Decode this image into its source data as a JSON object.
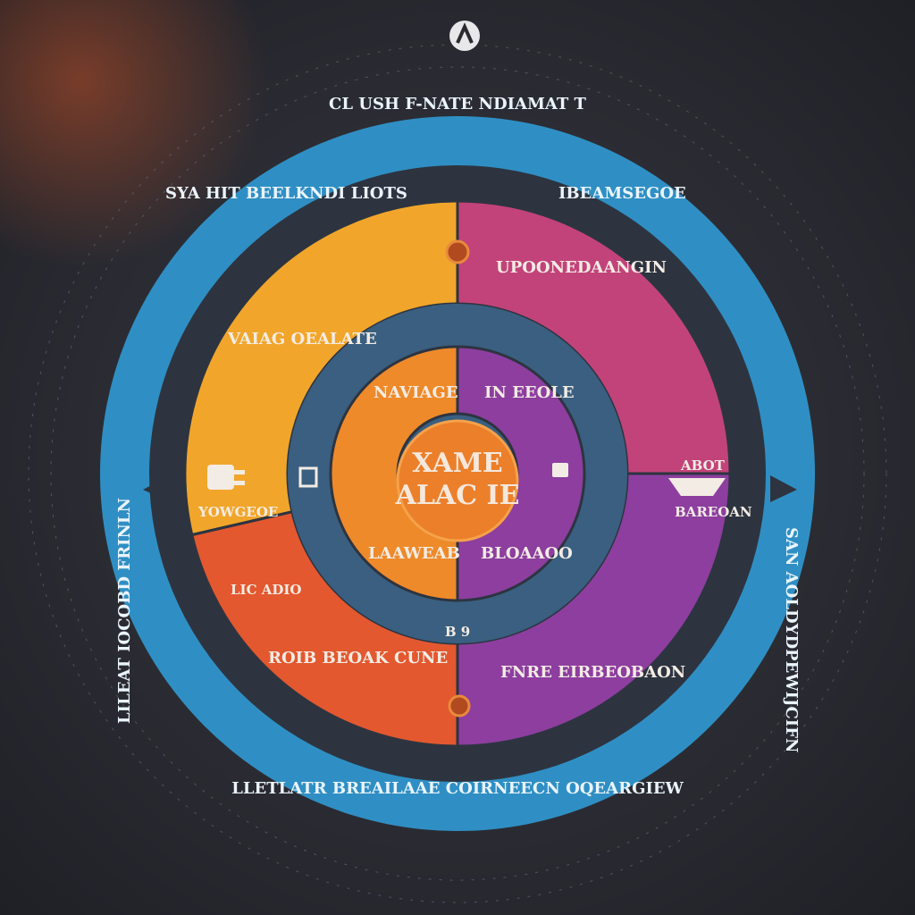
{
  "title": "CL USH F-NATE NDIAMAT T",
  "colors": {
    "outer_ring": "#2f8fc4",
    "gap": "#2d3440",
    "inner_ring": "#3a5f80",
    "yellow": "#f1a62b",
    "orange": "#ee8a2a",
    "red": "#e3582f",
    "magenta": "#c2437a",
    "purple": "#8d3e9f",
    "center": "#ec7f2a"
  },
  "outer_ring": {
    "top_left": "SYA HIT BEELKNDI LIOTS",
    "top_right": "IBEAMSEGOE",
    "left": "LILEAT IOCOBD FRINLN",
    "right": "SAN AOLDYDPEWIJCIFN",
    "bottom": "LLETLATR BREAILAAE COIRNEECN OQEARGIEW"
  },
  "middle_ring": {
    "top_left": "VAIAG OEALATE",
    "top_right": "UPOONEDAANGIN",
    "bottom_left": "ROIB BEOAK CUNE",
    "bottom_right": "FNRE EIRBEOBAON",
    "small_left": "LIC ADIO",
    "left_tab": "YOWGEOE",
    "right_tab": "ABOT",
    "right_tab_sub": "BAREOAN"
  },
  "inner_ring": {
    "top_left": "NAVIAGE",
    "top_right": "IN EEOLE",
    "bottom_left": "LAAWEAB",
    "bottom_right": "BLOAAOO",
    "bottom_tab": "B 9"
  },
  "center": {
    "line1": "XAME",
    "line2": "ALAC IE"
  },
  "icons": [
    "plug-icon",
    "frame-icon",
    "cup-icon",
    "boat-icon",
    "compass-logo-icon"
  ]
}
